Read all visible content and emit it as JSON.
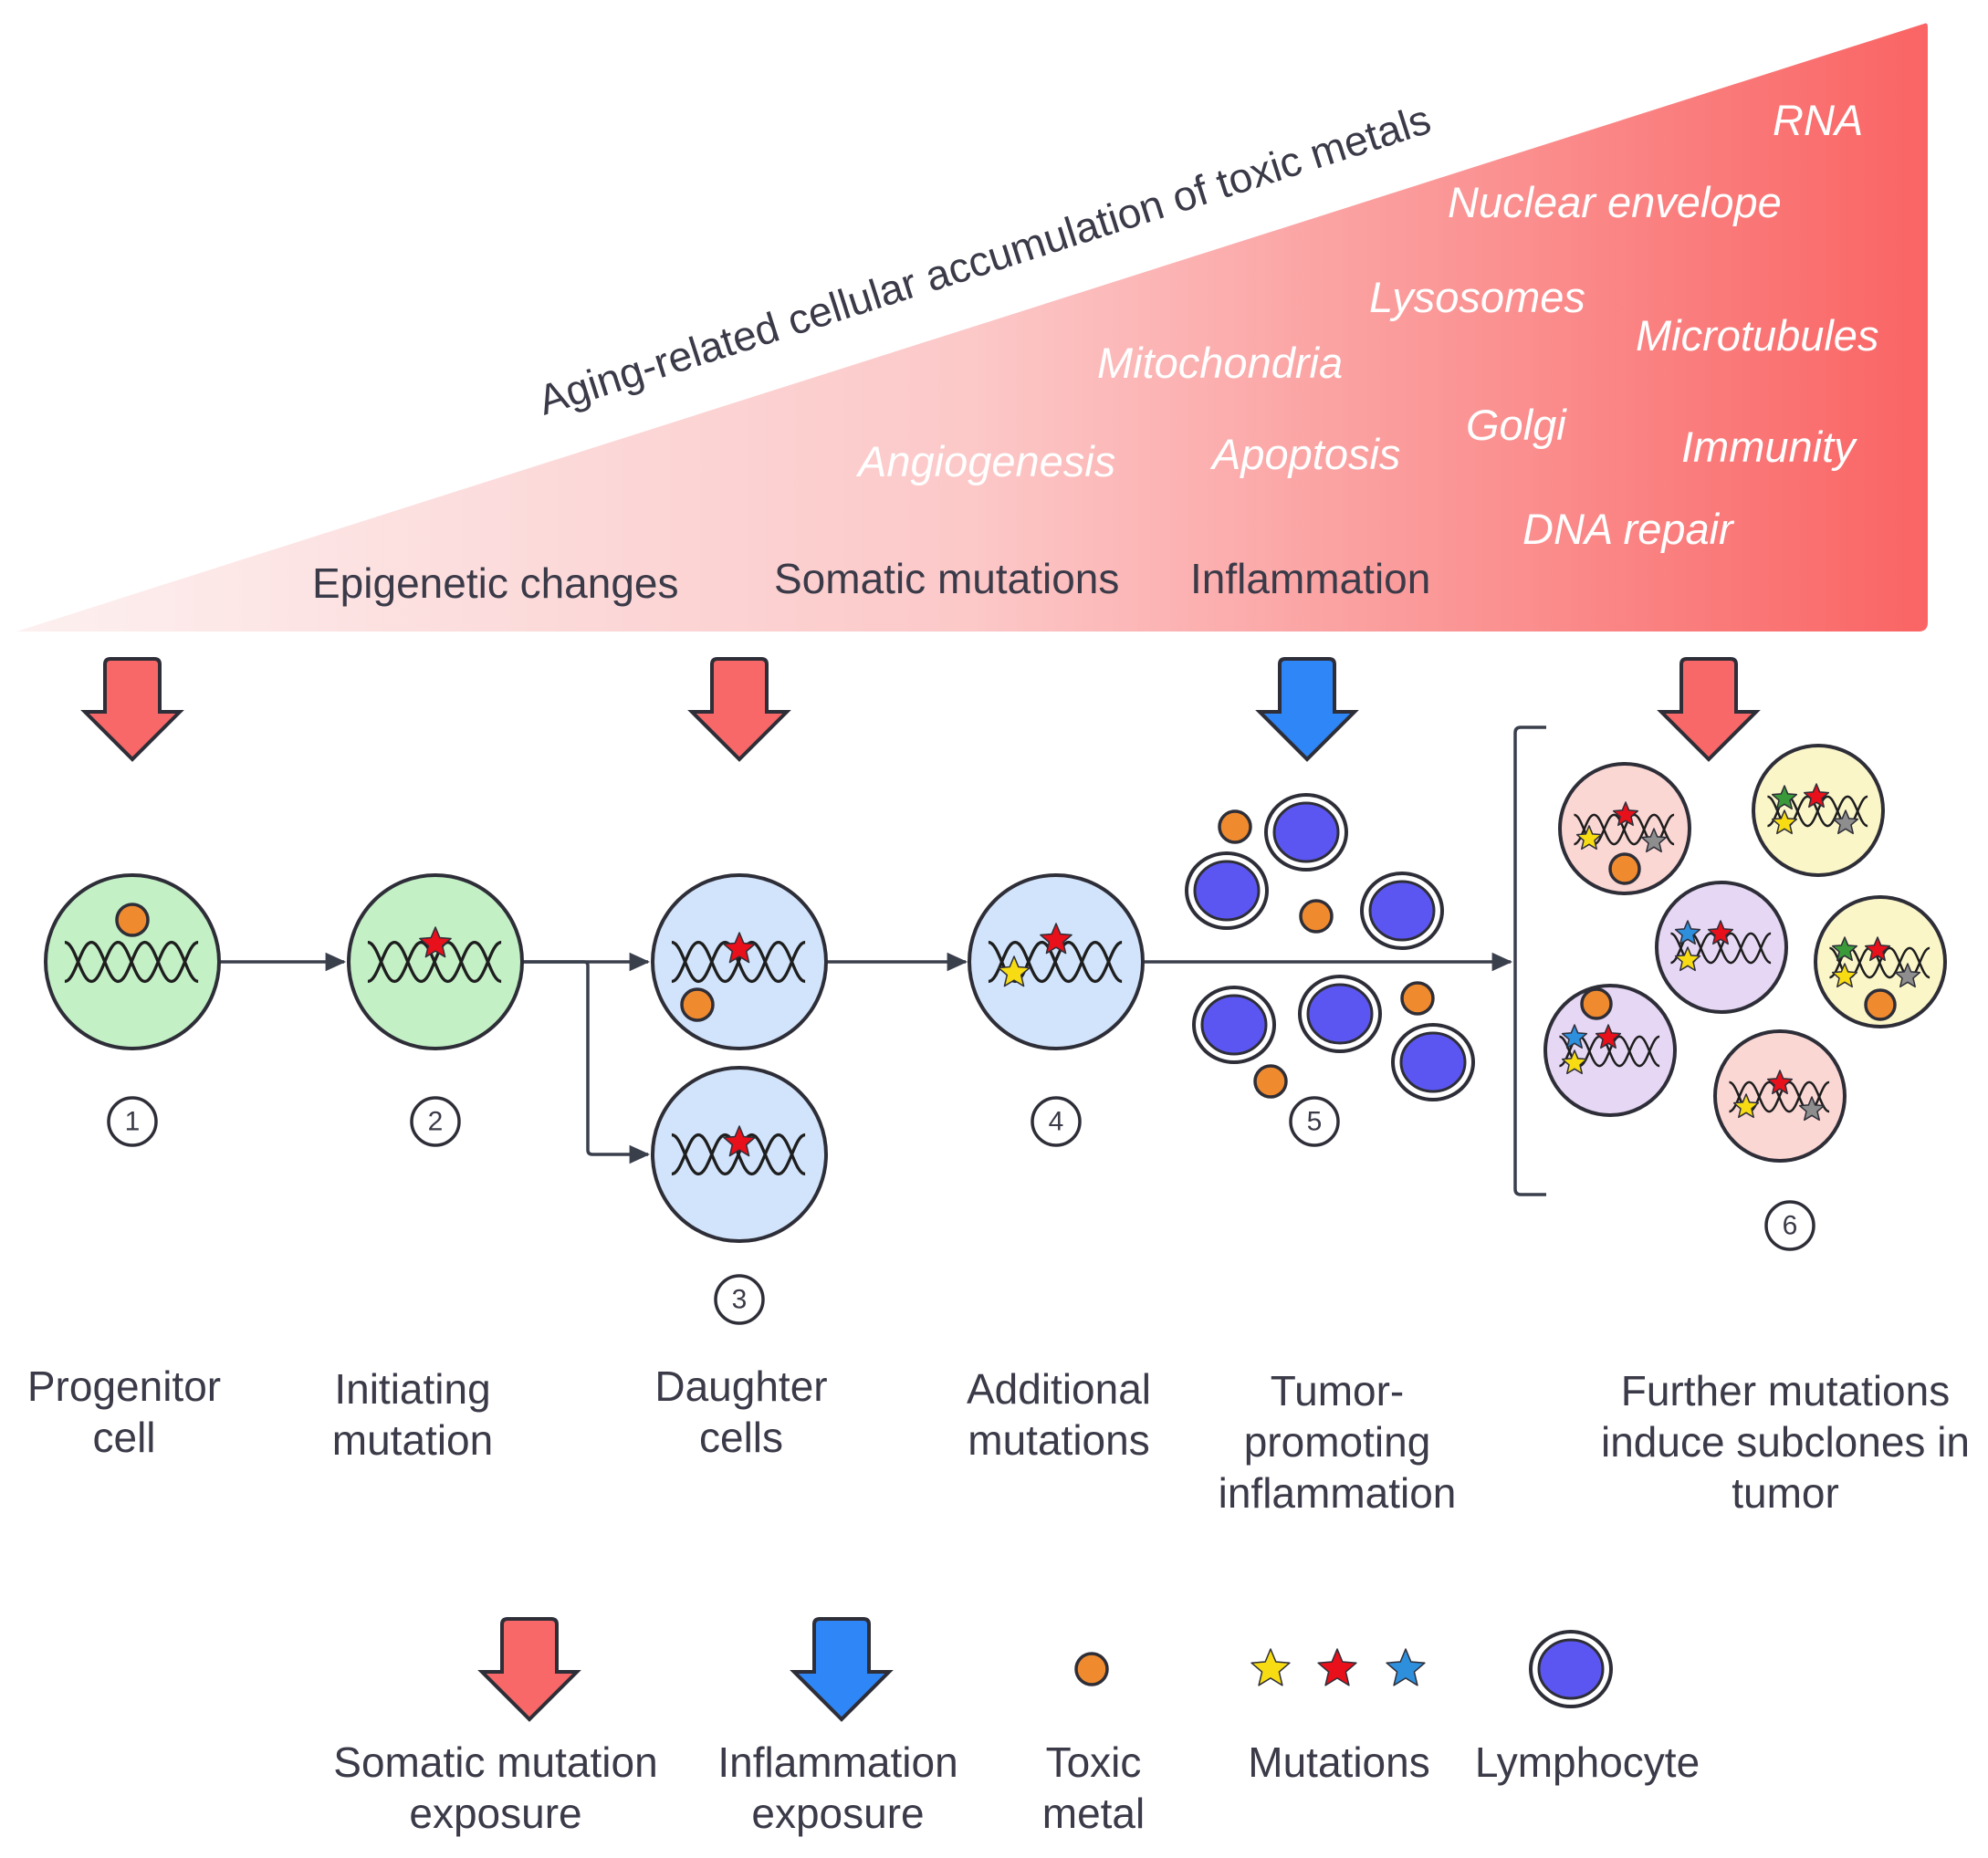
{
  "triangle": {
    "title": "Aging-related cellular accumulation of toxic metals",
    "gradient_start": "#fdf0f0",
    "gradient_end": "#fa6464",
    "white_labels": [
      "RNA",
      "Nuclear envelope",
      "Lysosomes",
      "Microtubules",
      "Mitochondria",
      "Golgi",
      "Angiogenesis",
      "Apoptosis",
      "Immunity",
      "DNA repair"
    ],
    "dark_labels": [
      "Epigenetic changes",
      "Somatic mutations",
      "Inflammation"
    ]
  },
  "stages": [
    {
      "number": "1",
      "label_lines": [
        "Progenitor",
        "cell"
      ]
    },
    {
      "number": "2",
      "label_lines": [
        "Initiating",
        "mutation"
      ]
    },
    {
      "number": "3",
      "label_lines": [
        "Daughter",
        "cells"
      ]
    },
    {
      "number": "4",
      "label_lines": [
        "Additional",
        "mutations"
      ]
    },
    {
      "number": "5",
      "label_lines": [
        "Tumor-",
        "promoting",
        "inflammation"
      ]
    },
    {
      "number": "6",
      "label_lines": [
        "Further mutations",
        "induce subclones in",
        "tumor"
      ]
    }
  ],
  "legend": [
    {
      "icon": "red-arrow-icon",
      "label_lines": [
        "Somatic mutation",
        "exposure"
      ]
    },
    {
      "icon": "blue-arrow-icon",
      "label_lines": [
        "Inflammation",
        "exposure"
      ]
    },
    {
      "icon": "toxic-metal-icon",
      "label_lines": [
        "Toxic",
        "metal"
      ]
    },
    {
      "icon": "mutation-stars-icon",
      "label_lines": [
        "Mutations"
      ]
    },
    {
      "icon": "lymphocyte-icon",
      "label_lines": [
        "Lymphocyte"
      ]
    }
  ],
  "colors": {
    "somatic_arrow": "#f86868",
    "inflammation_arrow": "#2e86f7",
    "progenitor_cell": "#c4f0c6",
    "daughter_cell": "#d2e4fb",
    "toxic_metal": "#f08a2e",
    "lymphocyte": "#5b56f2",
    "star_yellow": "#f7dc14",
    "star_red": "#e8101a",
    "star_blue": "#2e8fdc",
    "star_green": "#3a9a3a",
    "star_gray": "#8e8e8e",
    "subclone_pink": "#fbd7d4",
    "subclone_yellow": "#fbf6c8",
    "subclone_purple": "#e6d7f4"
  }
}
